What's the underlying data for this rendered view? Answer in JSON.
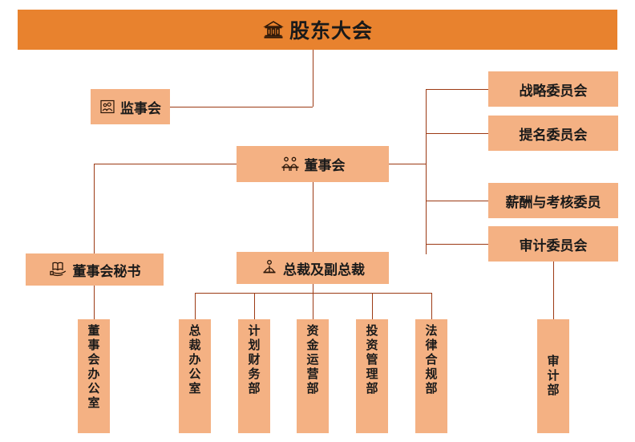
{
  "colors": {
    "banner_bg": "#E8822E",
    "node_bg": "#F4B183",
    "line": "#9C3A14",
    "text": "#1a1a1a",
    "page_bg": "#FFFFFF"
  },
  "chart_data": {
    "type": "diagram",
    "title": "股东大会",
    "diagram_kind": "organization-chart",
    "orientation": "top-down"
  },
  "banner": {
    "title": "股东大会",
    "icon": "bank-building-icon"
  },
  "supervisory": {
    "label": "监事会",
    "icon": "people-frame-icon"
  },
  "board": {
    "label": "董事会",
    "icon": "two-people-seated-icon"
  },
  "committees": [
    {
      "label": "战略委员会"
    },
    {
      "label": "提名委员会"
    },
    {
      "label": "薪酬与考核委员"
    },
    {
      "label": "审计委员会"
    }
  ],
  "secretary": {
    "label": "董事会秘书",
    "icon": "book-on-hand-icon"
  },
  "president": {
    "label": "总裁及副总裁",
    "icon": "person-podium-icon"
  },
  "departments": {
    "secretary_children": [
      {
        "label": "董事会办公室"
      }
    ],
    "president_children": [
      {
        "label": "总裁办公室"
      },
      {
        "label": "计划财务部"
      },
      {
        "label": "资金运营部"
      },
      {
        "label": "投资管理部"
      },
      {
        "label": "法律合规部"
      }
    ],
    "audit_children": [
      {
        "label": "审计部"
      }
    ]
  }
}
